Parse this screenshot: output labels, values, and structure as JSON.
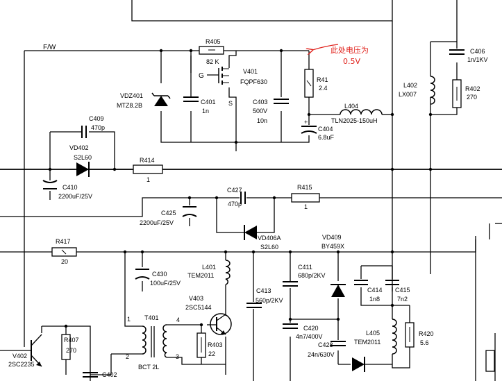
{
  "diagram": {
    "net_labels": {
      "fw": "F/W",
      "g": "G",
      "s": "S"
    },
    "annotation": {
      "text": "此处电压为",
      "value": "0.5V",
      "color": "#e0201a"
    },
    "components": {
      "r405": {
        "ref": "R405",
        "value": "82 K"
      },
      "v401": {
        "ref": "V401",
        "value": "FQPF630"
      },
      "vdz401": {
        "ref": "VDZ401",
        "value": "MTZ8.2B"
      },
      "c401": {
        "ref": "C401",
        "value": "1n"
      },
      "c403": {
        "ref": "C403",
        "value1": "500V",
        "value2": "10n"
      },
      "r412": {
        "ref": "R41",
        "value": "2.4"
      },
      "c404": {
        "ref": "C404",
        "value": "6.8uF"
      },
      "l404": {
        "ref": "L404",
        "value": "TLN2025-150uH"
      },
      "c406": {
        "ref": "C406",
        "value": "1n/1KV"
      },
      "l402": {
        "ref": "L402",
        "value": "LX007"
      },
      "r402": {
        "ref": "R402",
        "value": "270"
      },
      "c409": {
        "ref": "C409",
        "value": "470p"
      },
      "vd402": {
        "ref": "VD402",
        "value": "S2L60"
      },
      "r414": {
        "ref": "R414",
        "value": "1"
      },
      "c410": {
        "ref": "C410",
        "value": "2200uF/25V"
      },
      "c427": {
        "ref": "C427",
        "value": "470p"
      },
      "r415": {
        "ref": "R415",
        "value": "1"
      },
      "c425": {
        "ref": "C425",
        "value": "2200uF/25V"
      },
      "vd406a": {
        "ref": "VD406A",
        "value": "S2L60"
      },
      "vd409": {
        "ref": "VD409",
        "value": "BY459X"
      },
      "r417": {
        "ref": "R417",
        "value": "20"
      },
      "c430": {
        "ref": "C430",
        "value": "100uF/25V"
      },
      "l401": {
        "ref": "L401",
        "value": "TEM2011"
      },
      "c411": {
        "ref": "C411",
        "value": "680p/2KV"
      },
      "c413": {
        "ref": "C413",
        "value": "560p/2KV"
      },
      "c414": {
        "ref": "C414",
        "value": "1n8"
      },
      "c415": {
        "ref": "C415",
        "value": "7n2"
      },
      "v403": {
        "ref": "V403",
        "value": "2SC5144"
      },
      "t401": {
        "ref": "T401",
        "value": "BCT 2L",
        "pin1": "1",
        "pin2": "2",
        "pin3": "3",
        "pin4": "4"
      },
      "r403": {
        "ref": "R403",
        "value": "22"
      },
      "c420": {
        "ref": "C420",
        "value": "4n7/400V"
      },
      "c428": {
        "ref": "C428",
        "value": "24n/630V"
      },
      "l405": {
        "ref": "L405",
        "value": "TEM2011"
      },
      "r420": {
        "ref": "R420",
        "value": "5.6"
      },
      "v402": {
        "ref": "V402",
        "value": "2SC2235"
      },
      "r407": {
        "ref": "R407",
        "value": "270"
      },
      "c402": {
        "ref": "C402",
        "value": ""
      }
    }
  }
}
